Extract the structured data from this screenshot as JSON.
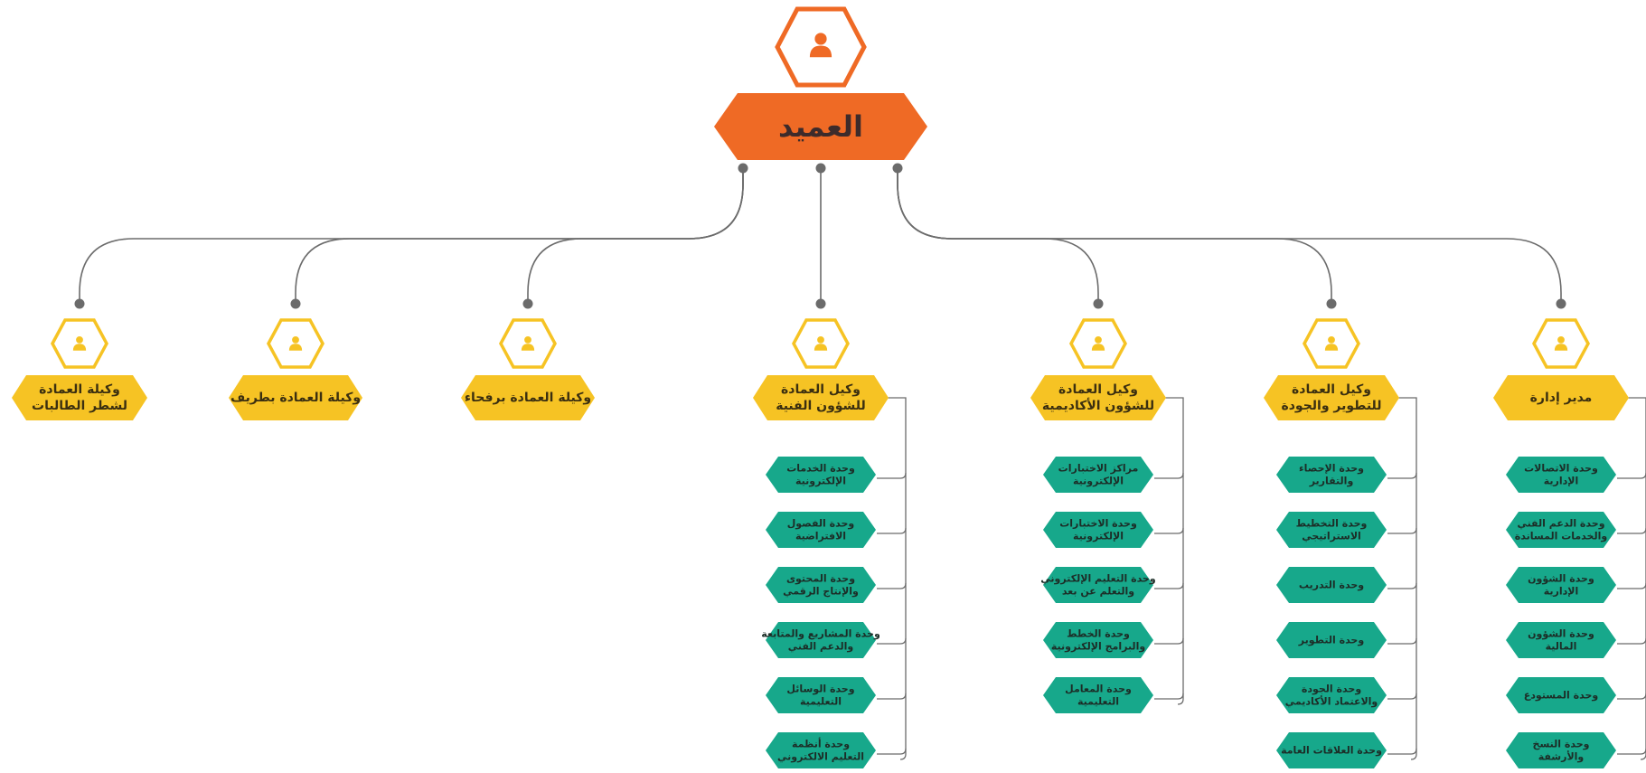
{
  "colors": {
    "root": "#ef6a25",
    "root_text": "#3d2b2b",
    "branch": "#f6c324",
    "branch_text": "#3b2f10",
    "unit": "#17a88b",
    "unit_text": "#1c2d27",
    "connector": "#6b6b6b"
  },
  "icons": {
    "person": "person-icon"
  },
  "root": {
    "label": "العميد"
  },
  "branches": [
    {
      "id": "students",
      "label": [
        "وكيلة العمادة",
        "لشطر الطالبات"
      ],
      "units": []
    },
    {
      "id": "turaif",
      "label": [
        "وكيلة العمادة بطريف"
      ],
      "units": []
    },
    {
      "id": "rafha",
      "label": [
        "وكيلة العمادة برفحاء"
      ],
      "units": []
    },
    {
      "id": "tech",
      "label": [
        "وكيل العمادة",
        "للشؤون الفنية"
      ],
      "units": [
        [
          "وحدة الخدمات",
          "الإلكترونية"
        ],
        [
          "وحدة الفصول",
          "الافتراضية"
        ],
        [
          "وحدة المحتوى",
          "والإنتاج الرقمي"
        ],
        [
          "وحدة المشاريع والمتابعة",
          "والدعم الفني"
        ],
        [
          "وحدة الوسائل",
          "التعليمية"
        ],
        [
          "وحدة أنظمة",
          "التعليم الالكتروني"
        ]
      ]
    },
    {
      "id": "academic",
      "label": [
        "وكيل العمادة",
        "للشؤون الأكاديمية"
      ],
      "units": [
        [
          "مراكز الاختبارات",
          "الإلكترونية"
        ],
        [
          "وحدة الاختبارات",
          "الإلكترونية"
        ],
        [
          "وحدة التعليم الإلكتروني",
          "والتعلم عن بعد"
        ],
        [
          "وحدة الخطط",
          "والبرامج الإلكترونية"
        ],
        [
          "وحدة المعامل",
          "التعليمية"
        ]
      ]
    },
    {
      "id": "quality",
      "label": [
        "وكيل العمادة",
        "للتطوير والجودة"
      ],
      "units": [
        [
          "وحدة الإحصاء",
          "والتقارير"
        ],
        [
          "وحدة التخطيط",
          "الاستراتيجي"
        ],
        [
          "وحدة التدريب"
        ],
        [
          "وحدة التطوير"
        ],
        [
          "وحدة الجودة",
          "والاعتماد الأكاديمي"
        ],
        [
          "وحدة العلاقات العامة"
        ]
      ]
    },
    {
      "id": "admin",
      "label": [
        "مدير إدارة"
      ],
      "units": [
        [
          "وحدة الاتصالات",
          "الإدارية"
        ],
        [
          "وحدة الدعم الفني",
          "والخدمات المساندة"
        ],
        [
          "وحدة الشؤون",
          "الإدارية"
        ],
        [
          "وحدة الشؤون",
          "المالية"
        ],
        [
          "وحدة المستودع"
        ],
        [
          "وحدة النسخ",
          "والأرشفة"
        ]
      ]
    }
  ]
}
